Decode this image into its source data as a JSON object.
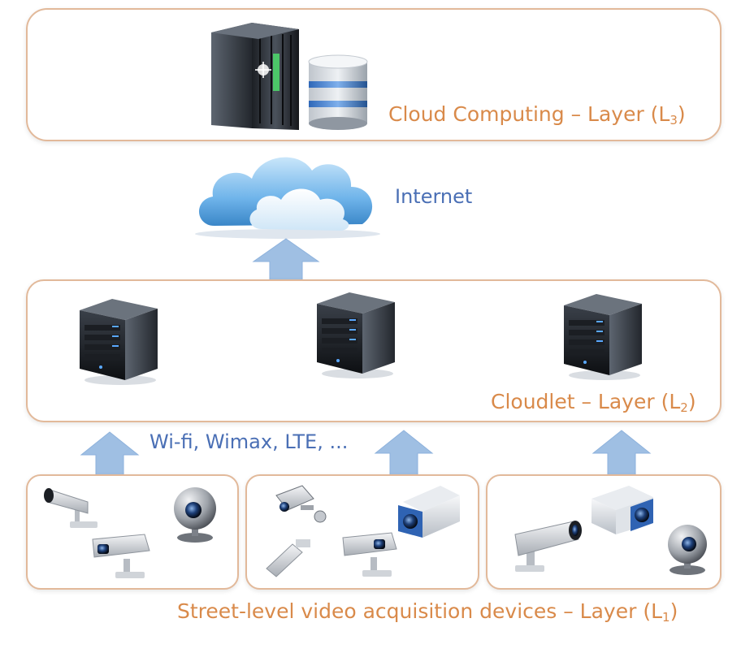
{
  "diagram": {
    "cloud_layer": {
      "label": "Cloud Computing – Layer (L",
      "subscript": "3",
      "suffix": ")"
    },
    "internet": {
      "label": "Internet"
    },
    "cloudlet_layer": {
      "label": "Cloudlet – Layer (L",
      "subscript": "2",
      "suffix": ")"
    },
    "network": {
      "label": "Wi-fi, Wimax, LTE, ..."
    },
    "device_layer": {
      "label": "Street-level video acquisition devices – Layer (L",
      "subscript": "1",
      "suffix": ")"
    },
    "colors": {
      "label_orange": "#d98a4a",
      "label_blue": "#4a6fb5",
      "arrow_blue": "#9fbfe3",
      "box_border": "#e2b99a"
    },
    "icons": [
      "server-rack-icon",
      "database-icon",
      "cloud-icon",
      "cloudlet-server-icon",
      "cctv-camera-icon",
      "webcam-icon",
      "box-camera-icon"
    ]
  }
}
